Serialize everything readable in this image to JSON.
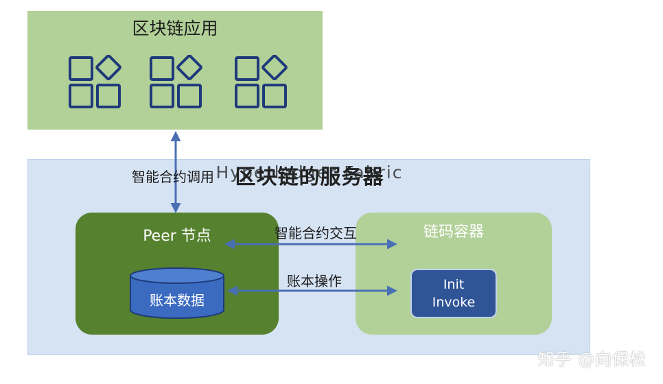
{
  "app_box": {
    "title": "区块链应用",
    "icon_count": 3,
    "icon_name": "app-grid-icon"
  },
  "fabric": {
    "overlay_title": "区块链的服务器",
    "overlay_under_text": "Hyperledger Fabric"
  },
  "peer": {
    "title": "Peer 节点",
    "ledger_label": "账本数据"
  },
  "chaincode": {
    "title": "链码容器",
    "line1": "Init",
    "line2": "Invoke"
  },
  "labels": {
    "contract_call": "智能合约调用",
    "contract_interact": "智能合约交互",
    "ledger_ops": "账本操作"
  },
  "watermark": "知乎 @向保松",
  "colors": {
    "app_green": "#b2d199",
    "peer_green": "#56812e",
    "fabric_blue": "#d6e3f3",
    "arrow_blue": "#4a6fb5",
    "icon_navy": "#1f3a7a",
    "cylinder_blue": "#3a6bc1"
  }
}
